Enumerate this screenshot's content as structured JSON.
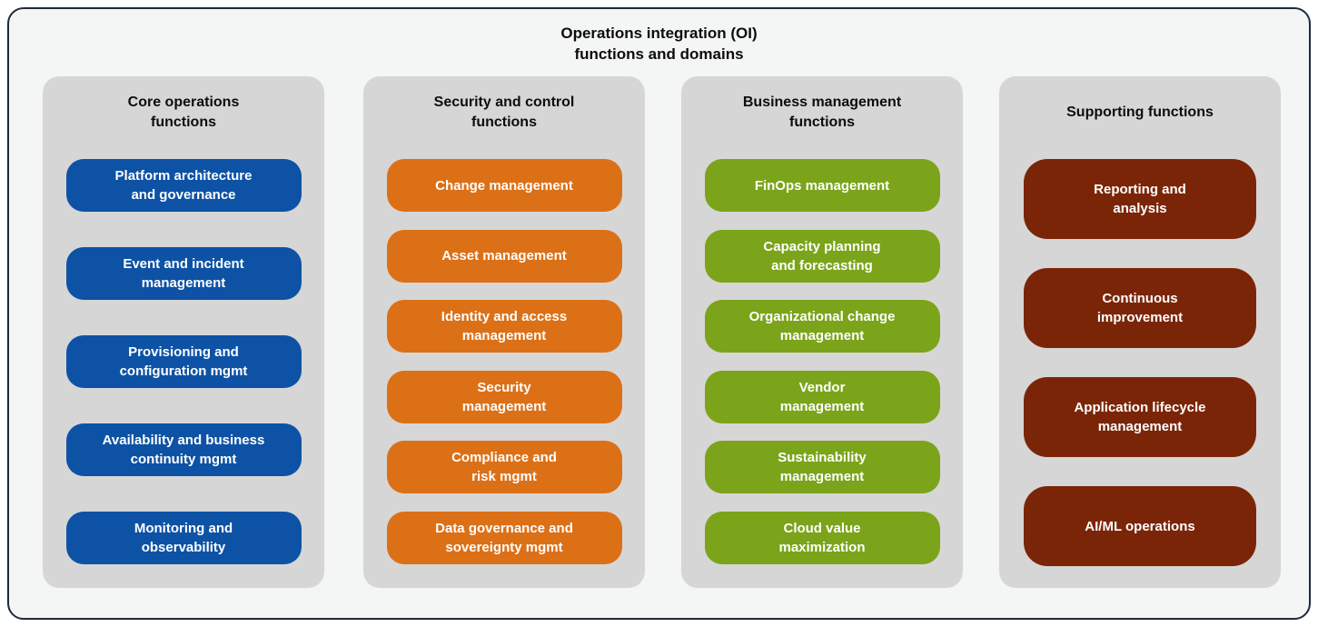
{
  "title": "Operations integration (OI)\nfunctions and domains",
  "colors": {
    "panel_border": "#1E2B3C",
    "panel_bg": "#F4F5F5",
    "column_bg": "#D6D6D6",
    "heading_text": "#0D0D0D",
    "pill_text": "#FFFFFF",
    "core_operations_blue": "#0D52A5",
    "security_control_orange": "#DC7017",
    "business_management_green": "#7BA41A",
    "supporting_maroon": "#7B2508"
  },
  "columns": [
    {
      "header": "Core operations\nfunctions",
      "items": [
        "Platform architecture\nand governance",
        "Event and incident\nmanagement",
        "Provisioning and\nconfiguration mgmt",
        "Availability and business\ncontinuity mgmt",
        "Monitoring and\nobservability"
      ]
    },
    {
      "header": "Security and control\nfunctions",
      "items": [
        "Change management",
        "Asset management",
        "Identity and access\nmanagement",
        "Security\nmanagement",
        "Compliance and\nrisk mgmt",
        "Data governance and\nsovereignty mgmt"
      ]
    },
    {
      "header": "Business management\nfunctions",
      "items": [
        "FinOps management",
        "Capacity planning\nand forecasting",
        "Organizational change\nmanagement",
        "Vendor\nmanagement",
        "Sustainability\nmanagement",
        "Cloud value\nmaximization"
      ]
    },
    {
      "header": "Supporting functions",
      "items": [
        "Reporting and\nanalysis",
        "Continuous\nimprovement",
        "Application lifecycle\nmanagement",
        "AI/ML operations"
      ]
    }
  ]
}
